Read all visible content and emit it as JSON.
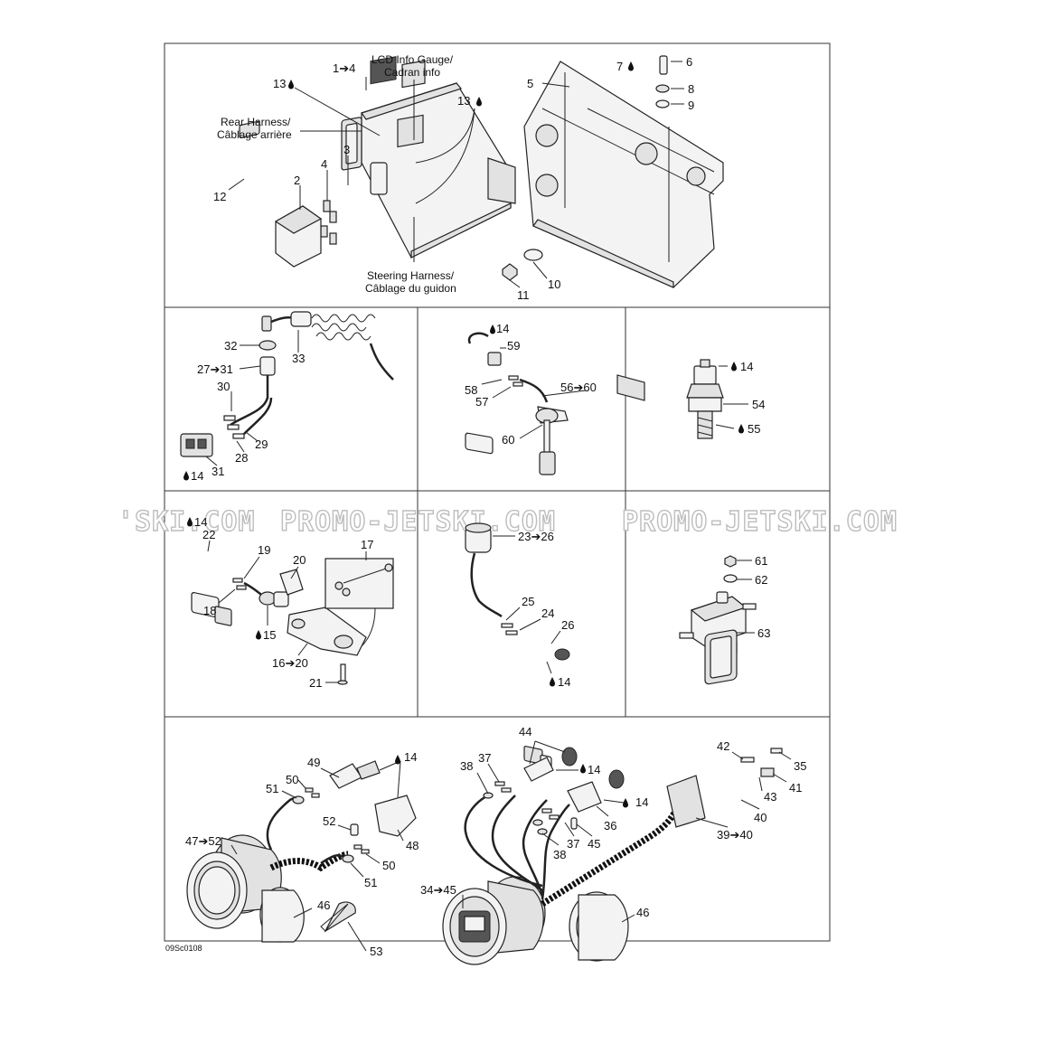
{
  "figure_code": "09Sc0108",
  "watermark": {
    "left": "'SKI.COM",
    "center": "PROMO-JETSKI.COM",
    "right": "PROMO-JETSKI.COM"
  },
  "callouts": {
    "c1_4": "1➔4",
    "c2": "2",
    "c3": "3",
    "c4": "4",
    "c5": "5",
    "c6": "6",
    "c7": "7",
    "c8": "8",
    "c9": "9",
    "c10": "10",
    "c11": "11",
    "c12": "12",
    "c13a": "13",
    "c13b": "13",
    "lcd_1": "LCD Info Gauge/",
    "lcd_2": "Cadran info",
    "rear_1": "Rear Harness/",
    "rear_2": "Câblage arrière",
    "steer_1": "Steering Harness/",
    "steer_2": "Câblage du guidon",
    "p2_32": "32",
    "p2_33": "33",
    "p2_27_31": "27➔31",
    "p2_30": "30",
    "p2_29": "29",
    "p2_28": "28",
    "p2_31": "31",
    "p2_14": "14",
    "p3_14": "14",
    "p3_59": "59",
    "p3_58": "58",
    "p3_57": "57",
    "p3_56_60": "56➔60",
    "p3_60": "60",
    "p4_14": "14",
    "p4_54": "54",
    "p4_55": "55",
    "p5_14": "14",
    "p5_22": "22",
    "p5_19": "19",
    "p5_20": "20",
    "p5_17": "17",
    "p5_18": "18",
    "p5_15": "15",
    "p5_16_20": "16➔20",
    "p5_21": "21",
    "p6_23_26": "23➔26",
    "p6_25": "25",
    "p6_24": "24",
    "p6_26": "26",
    "p6_14": "14",
    "p7_61": "61",
    "p7_62": "62",
    "p7_63": "63",
    "p8_49": "49",
    "p8_14": "14",
    "p8_50a": "50",
    "p8_51a": "51",
    "p8_52": "52",
    "p8_48": "48",
    "p8_47_52": "47➔52",
    "p8_50b": "50",
    "p8_51b": "51",
    "p8_46a": "46",
    "p8_53": "53",
    "p8_44": "44",
    "p8_38a": "38",
    "p8_37a": "37",
    "p8_14b": "14",
    "p8_14c": "14",
    "p8_36": "36",
    "p8_38b": "38",
    "p8_37b": "37",
    "p8_45": "45",
    "p8_42": "42",
    "p8_35": "35",
    "p8_43": "43",
    "p8_41": "41",
    "p8_40": "40",
    "p8_39_40": "39➔40",
    "p8_34_45": "34➔45",
    "p8_46b": "46"
  }
}
